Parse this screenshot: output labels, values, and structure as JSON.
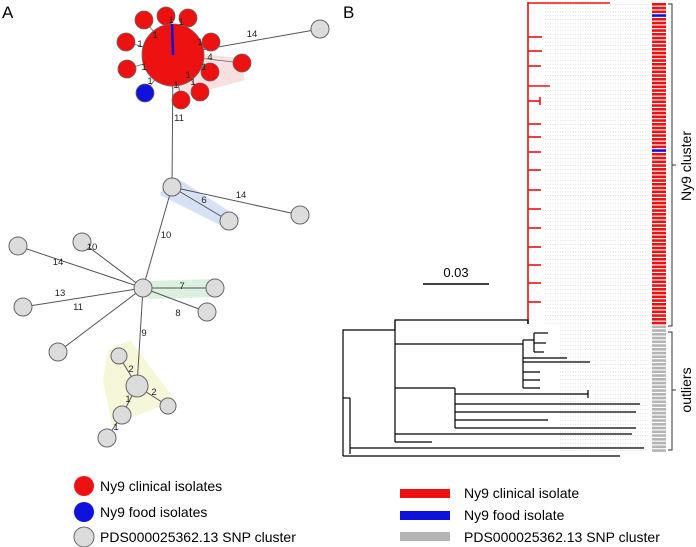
{
  "panel_a": {
    "label": "A",
    "edge_labels": [
      "14",
      "1",
      "1",
      "1",
      "1",
      "1",
      "1",
      "4",
      "1",
      "1",
      "1",
      "1",
      "1",
      "11",
      "6",
      "14",
      "10",
      "10",
      "14",
      "7",
      "13",
      "11",
      "8",
      "9",
      "2",
      "2",
      "1",
      "1"
    ],
    "legend": [
      {
        "label": "Ny9 clinical isolates",
        "color": "#ee1111"
      },
      {
        "label": "Ny9 food isolates",
        "color": "#1111dd"
      },
      {
        "label": "PDS000025362.13 SNP cluster",
        "color": "#dcdcdc"
      }
    ]
  },
  "panel_b": {
    "label": "B",
    "scale_label": "0.03",
    "cluster_label": "Ny9 cluster",
    "outliers_label": "outliers",
    "legend": [
      {
        "label": "Ny9 clinical isolate",
        "color": "#ee1111"
      },
      {
        "label": "Ny9 food isolate",
        "color": "#1111dd"
      },
      {
        "label": "PDS000025362.13 SNP cluster",
        "color": "#b4b4b4"
      }
    ],
    "strip_colors": {
      "clinical": "#ee1111",
      "food": "#1111dd",
      "outlier": "#b4b4b4"
    }
  }
}
